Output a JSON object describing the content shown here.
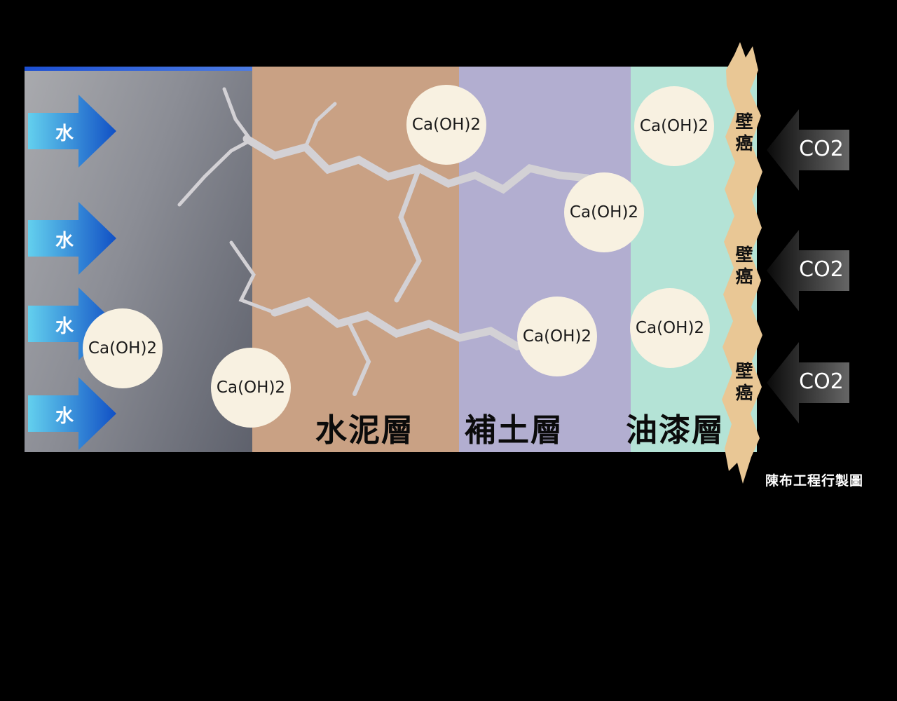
{
  "colors": {
    "background": "#000000",
    "wall_layer_light": "#a9aaae",
    "wall_layer_dark": "#5e616c",
    "wall_top_edge_blue": "#1c4fd2",
    "cement_layer": "#c9a184",
    "putty_layer": "#b2aed0",
    "paint_layer": "#b4e3d6",
    "efflorescence_strip": "#e9c795",
    "molecule_fill": "#f8f1e1",
    "crack": "#d3d1d5",
    "water_arrow_light": "#63d0ee",
    "water_arrow_dark": "#1150c5",
    "co2_arrow_light": "#666666",
    "co2_arrow_dark": "#0a0a0a",
    "layer_label_text": "#0b0b0b",
    "credit_text": "#ffffff"
  },
  "water_arrows": [
    {
      "label": "水"
    },
    {
      "label": "水"
    },
    {
      "label": "水"
    },
    {
      "label": "水"
    }
  ],
  "co2_arrows": [
    {
      "label": "CO2"
    },
    {
      "label": "CO2"
    },
    {
      "label": "CO2"
    }
  ],
  "efflorescence": [
    {
      "label": "壁癌"
    },
    {
      "label": "壁癌"
    },
    {
      "label": "壁癌"
    }
  ],
  "molecules": [
    {
      "label": "Ca(OH)2"
    },
    {
      "label": "Ca(OH)2"
    },
    {
      "label": "Ca(OH)2"
    },
    {
      "label": "Ca(OH)2"
    },
    {
      "label": "Ca(OH)2"
    },
    {
      "label": "Ca(OH)2"
    },
    {
      "label": "Ca(OH)2"
    }
  ],
  "layers": {
    "cement_label": "水泥層",
    "putty_label": "補土層",
    "paint_label": "油漆層"
  },
  "credit": "陳布工程行製圖"
}
